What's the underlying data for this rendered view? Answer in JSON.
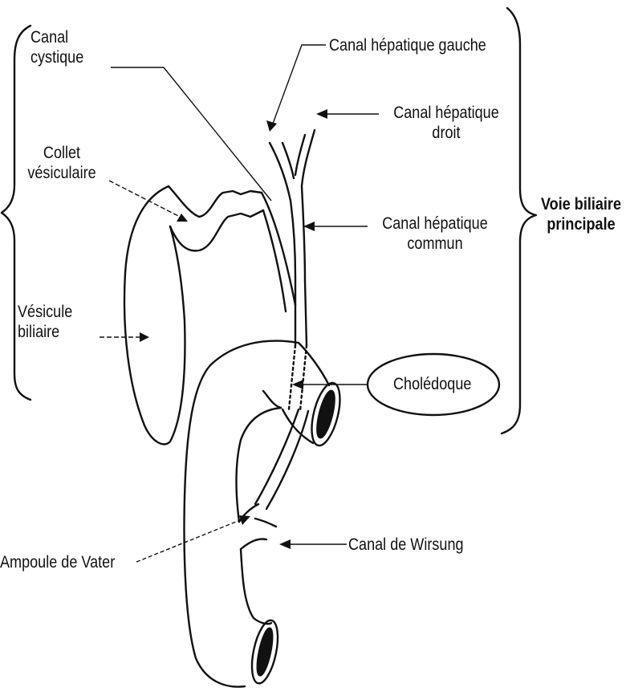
{
  "labels": {
    "canal_cystique": [
      "Canal",
      "cystique"
    ],
    "collet_vesiculaire": [
      "Collet",
      "vésiculaire"
    ],
    "vesicule_biliaire": [
      "Vésicule",
      "biliaire"
    ],
    "canal_hepatique_gauche": "Canal hépatique gauche",
    "canal_hepatique_droit": [
      "Canal hépatique",
      "droit"
    ],
    "canal_hepatique_commun": [
      "Canal hépatique",
      "commun"
    ],
    "choledoque": "Cholédoque",
    "canal_de_wirsung": "Canal de Wirsung",
    "ampoule_de_vater": "Ampoule de Vater",
    "voie_biliaire_principale": [
      "Voie biliaire",
      "principale"
    ]
  },
  "colors": {
    "ink": "#111111",
    "background": "#ffffff"
  }
}
